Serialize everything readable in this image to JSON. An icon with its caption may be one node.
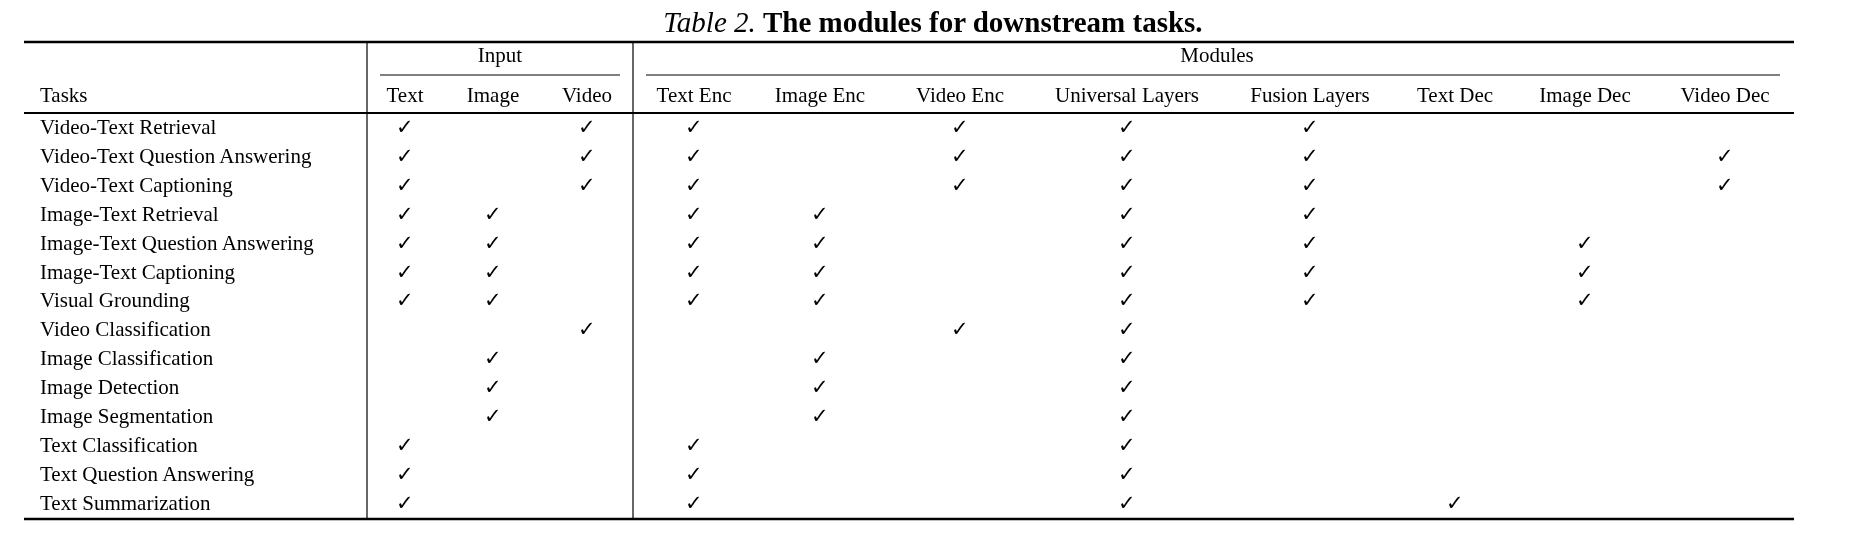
{
  "diagram": {
    "title": "*Table 2.* **The modules for downstream tasks.**",
    "labels": [
      "Input",
      "Modules",
      "Tasks",
      "Text",
      "Image",
      "Video",
      "Text Enc",
      "Image Enc",
      "Video Enc",
      "Universal Layers",
      "Fusion Layers",
      "Text Dec",
      "Image Dec",
      "Video Dec",
      "Video-Text Retrieval",
      "✓",
      "✓",
      "✓",
      "✓",
      "✓",
      "✓",
      "Video-Text Question Answering",
      "✓",
      "✓",
      "✓",
      "✓",
      "✓",
      "✓",
      "✓",
      "Video-Text Captioning",
      "✓",
      "✓",
      "✓",
      "✓",
      "✓",
      "✓",
      "✓",
      "Image-Text Retrieval",
      "✓",
      "✓",
      "✓",
      "✓",
      "✓",
      "✓",
      "Image-Text Question Answering",
      "✓",
      "✓",
      "✓",
      "✓",
      "✓",
      "✓",
      "✓",
      "Image-Text Captioning",
      "✓",
      "✓",
      "✓",
      "✓",
      "✓",
      "✓",
      "✓",
      "Visual Grounding",
      "✓",
      "✓",
      "✓",
      "✓",
      "✓",
      "✓",
      "✓",
      "Video Classification",
      "✓",
      "✓",
      "✓",
      "Image Classification",
      "✓",
      "✓",
      "✓",
      "Image Detection",
      "✓",
      "✓",
      "✓",
      "Image Segmentation",
      "✓",
      "✓",
      "✓",
      "Text Classification",
      "✓",
      "✓",
      "✓",
      "Text Question Answering",
      "✓",
      "✓",
      "✓",
      "Text Summarization",
      "✓",
      "✓",
      "✓",
      "✓"
    ]
  }
}
